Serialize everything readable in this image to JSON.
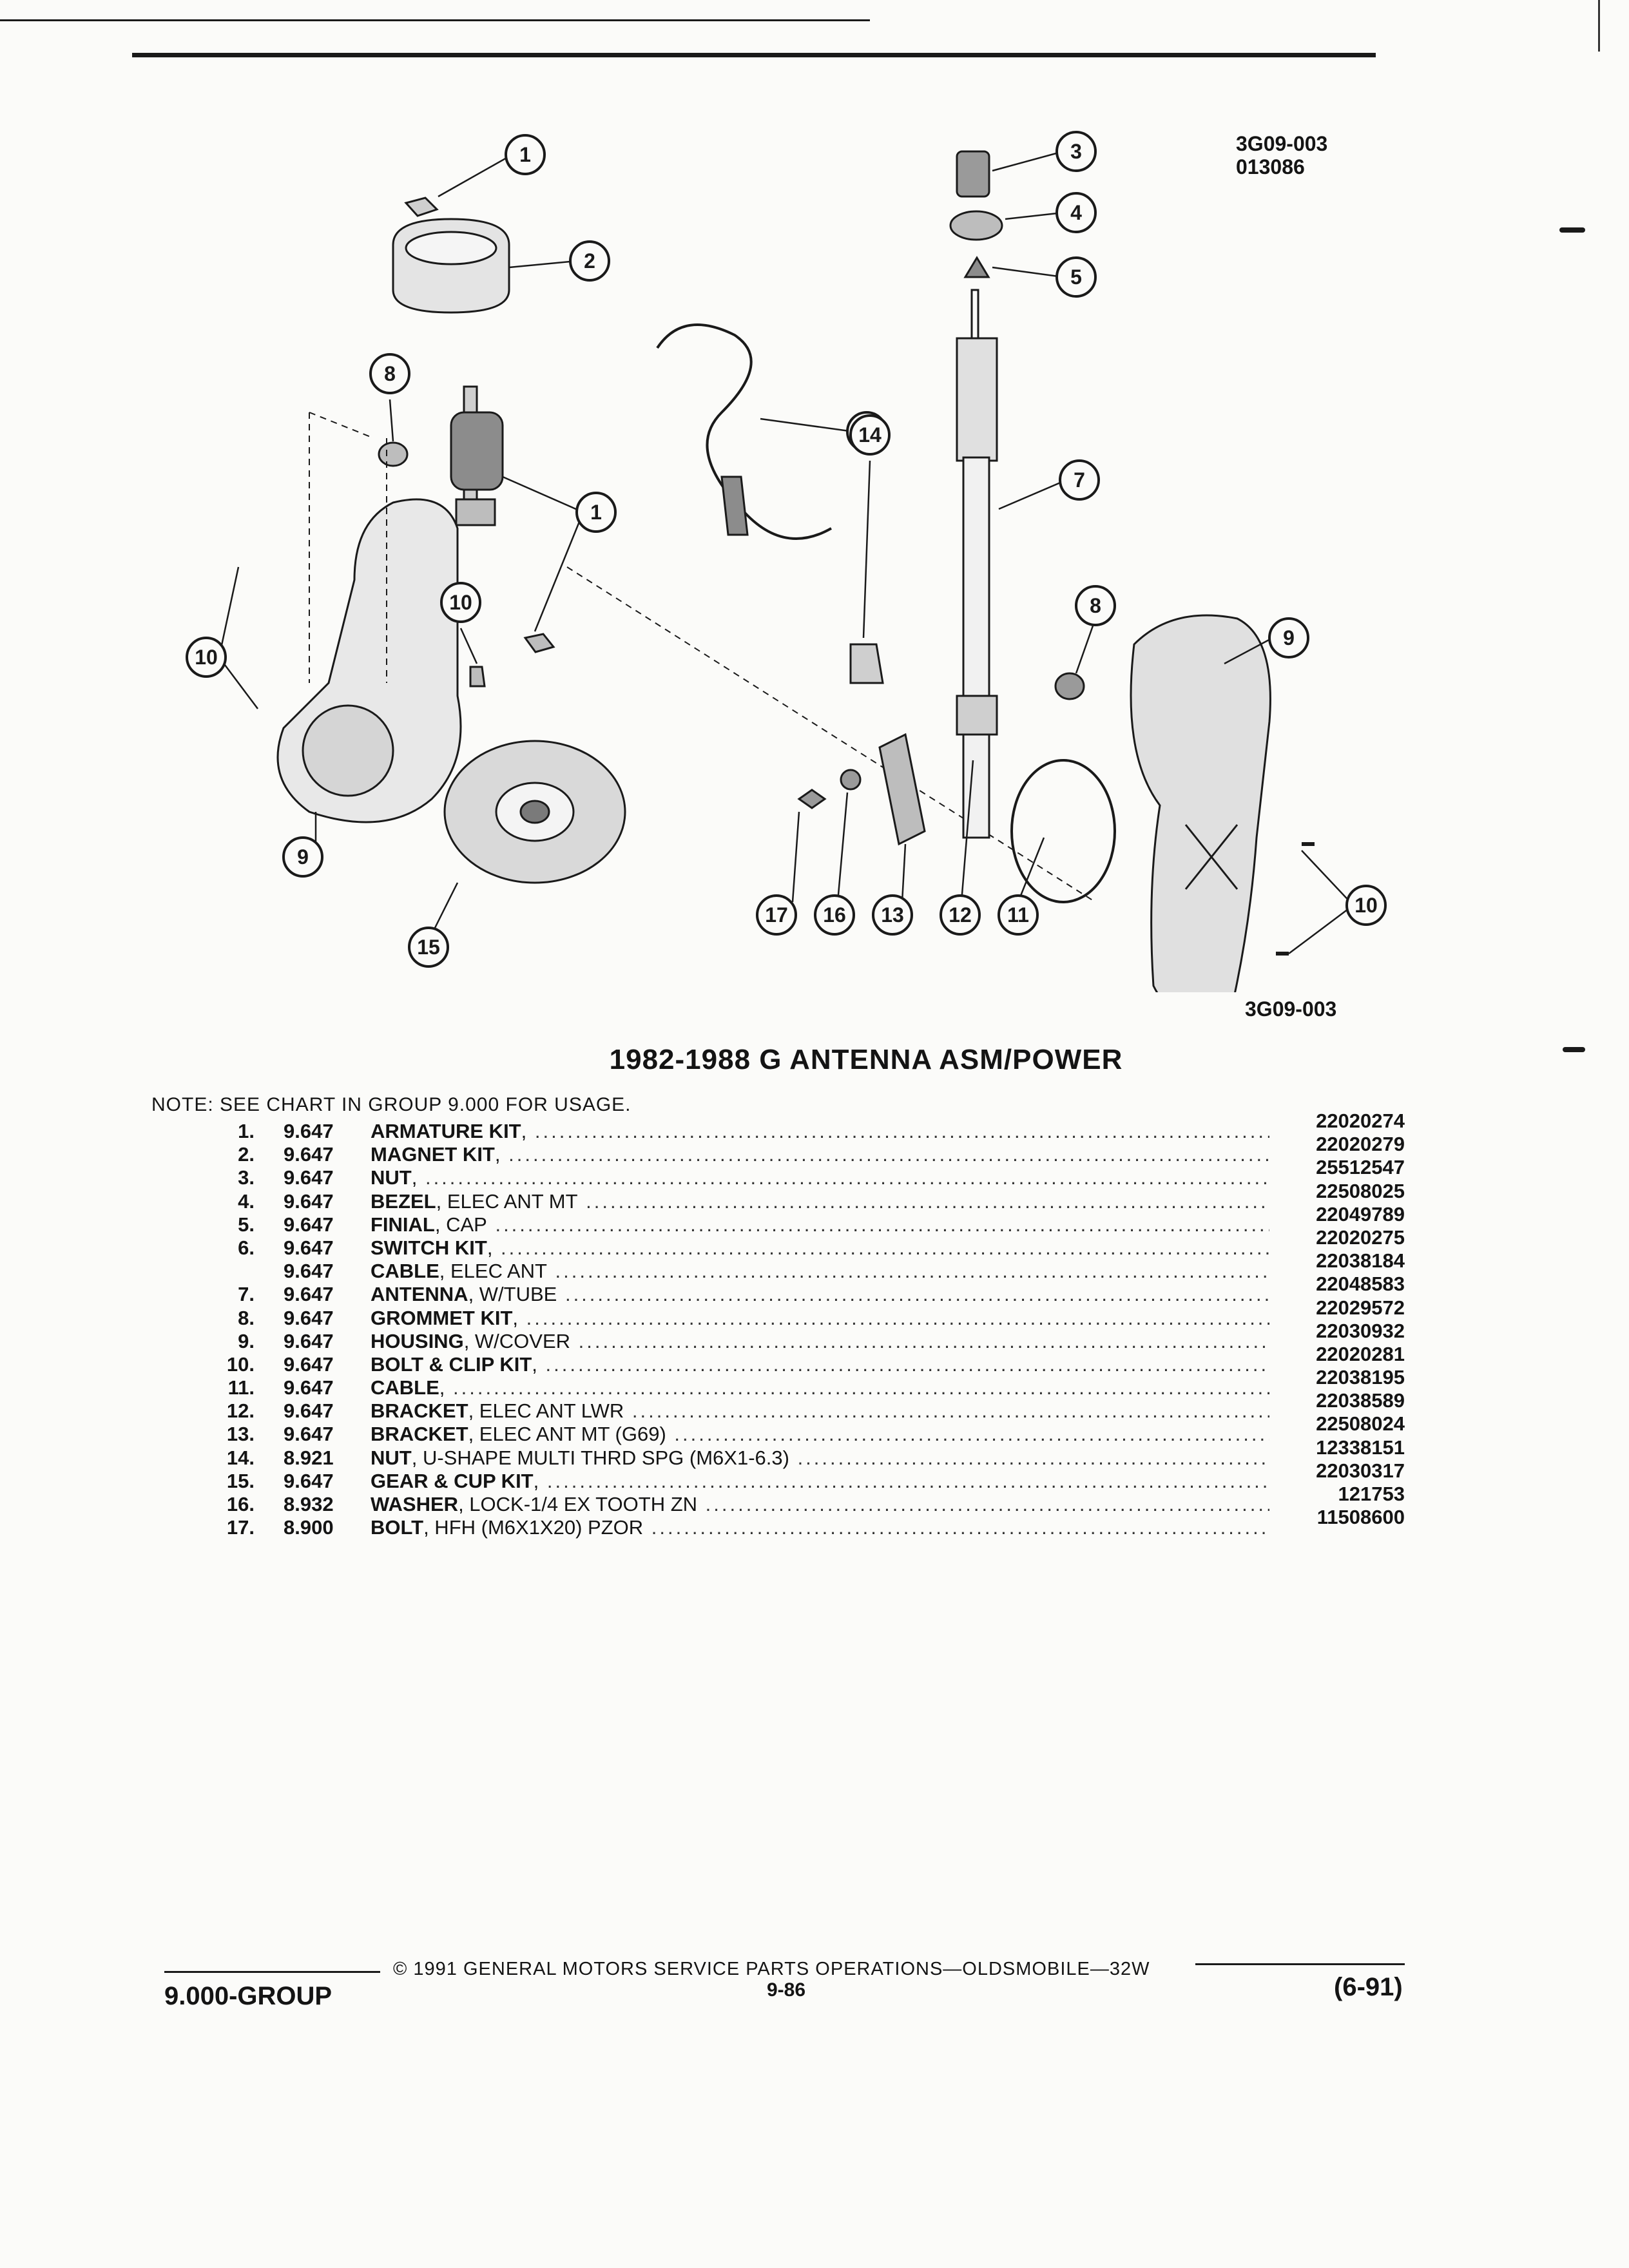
{
  "figure_codes": {
    "top_line1": "3G09-003",
    "top_line2": "013086",
    "bottom": "3G09-003"
  },
  "title": "1982-1988 G ANTENNA ASM/POWER",
  "note": "NOTE:  SEE CHART IN GROUP 9.000 FOR USAGE.",
  "parts": [
    {
      "no": "1.",
      "group": "9.647",
      "name": "ARMATURE KIT",
      "qual": ",",
      "part": "22020274"
    },
    {
      "no": "2.",
      "group": "9.647",
      "name": "MAGNET KIT",
      "qual": ",",
      "part": "22020279"
    },
    {
      "no": "3.",
      "group": "9.647",
      "name": "NUT",
      "qual": ",",
      "part": "25512547"
    },
    {
      "no": "4.",
      "group": "9.647",
      "name": "BEZEL",
      "qual": ", ELEC ANT MT",
      "part": "22508025"
    },
    {
      "no": "5.",
      "group": "9.647",
      "name": "FINIAL",
      "qual": ", CAP",
      "part": "22049789"
    },
    {
      "no": "6.",
      "group": "9.647",
      "name": "SWITCH KIT",
      "qual": ",",
      "part": "22020275"
    },
    {
      "no": "",
      "group": "9.647",
      "name": "CABLE",
      "qual": ", ELEC ANT",
      "part": "22038184"
    },
    {
      "no": "7.",
      "group": "9.647",
      "name": "ANTENNA",
      "qual": ", W/TUBE",
      "part": "22048583"
    },
    {
      "no": "8.",
      "group": "9.647",
      "name": "GROMMET KIT",
      "qual": ",",
      "part": "22029572"
    },
    {
      "no": "9.",
      "group": "9.647",
      "name": "HOUSING",
      "qual": ", W/COVER",
      "part": "22030932"
    },
    {
      "no": "10.",
      "group": "9.647",
      "name": "BOLT & CLIP KIT",
      "qual": ",",
      "part": "22020281"
    },
    {
      "no": "11.",
      "group": "9.647",
      "name": "CABLE",
      "qual": ",",
      "part": "22038195"
    },
    {
      "no": "12.",
      "group": "9.647",
      "name": "BRACKET",
      "qual": ", ELEC ANT LWR",
      "part": "22038589"
    },
    {
      "no": "13.",
      "group": "9.647",
      "name": "BRACKET",
      "qual": ", ELEC ANT MT (G69)",
      "part": "22508024"
    },
    {
      "no": "14.",
      "group": "8.921",
      "name": "NUT",
      "qual": ", U-SHAPE MULTI THRD SPG (M6X1-6.3)",
      "part": "12338151"
    },
    {
      "no": "15.",
      "group": "9.647",
      "name": "GEAR & CUP KIT",
      "qual": ",",
      "part": "22030317"
    },
    {
      "no": "16.",
      "group": "8.932",
      "name": "WASHER",
      "qual": ", LOCK-1/4 EX TOOTH ZN",
      "part": "121753"
    },
    {
      "no": "17.",
      "group": "8.900",
      "name": "BOLT",
      "qual": ", HFH (M6X1X20) PZOR",
      "part": "11508600"
    }
  ],
  "callouts": [
    "1",
    "2",
    "3",
    "4",
    "5",
    "6",
    "7",
    "8",
    "1",
    "10",
    "10",
    "14",
    "8",
    "9",
    "9",
    "15",
    "17",
    "16",
    "13",
    "12",
    "11",
    "10"
  ],
  "footer": {
    "copyright": "©  1991  GENERAL MOTORS SERVICE PARTS OPERATIONS—OLDSMOBILE—32W",
    "group": "9.000-GROUP",
    "page": "9-86",
    "date": "(6-91)"
  }
}
